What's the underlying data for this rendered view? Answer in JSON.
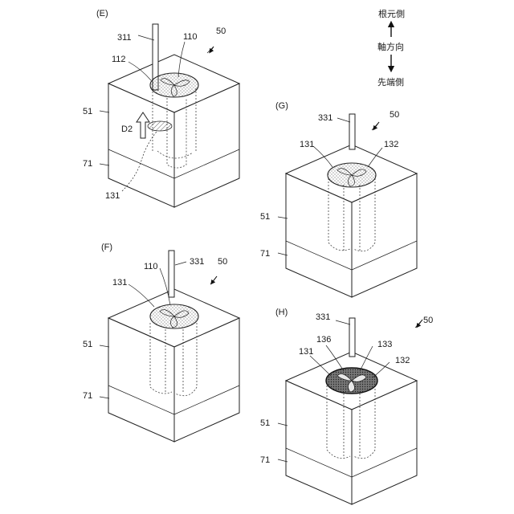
{
  "direction": {
    "top": "根元側",
    "middle": "軸方向",
    "bottom": "先端側"
  },
  "panels": {
    "E": {
      "title": "(E)",
      "block": "50",
      "shaft": "311",
      "disc": "110",
      "ring": "112",
      "arrow": "D2",
      "lower": "131",
      "body": "51",
      "base": "71"
    },
    "F": {
      "title": "(F)",
      "block": "50",
      "shaft": "331",
      "disc": "110",
      "left": "131",
      "body": "51",
      "base": "71"
    },
    "G": {
      "title": "(G)",
      "block": "50",
      "shaft": "331",
      "left": "131",
      "right": "132",
      "body": "51",
      "base": "71"
    },
    "H": {
      "title": "(H)",
      "block": "50",
      "shaft": "331",
      "left": "131",
      "top": "136",
      "mid": "133",
      "right": "132",
      "body": "51",
      "base": "71"
    }
  }
}
